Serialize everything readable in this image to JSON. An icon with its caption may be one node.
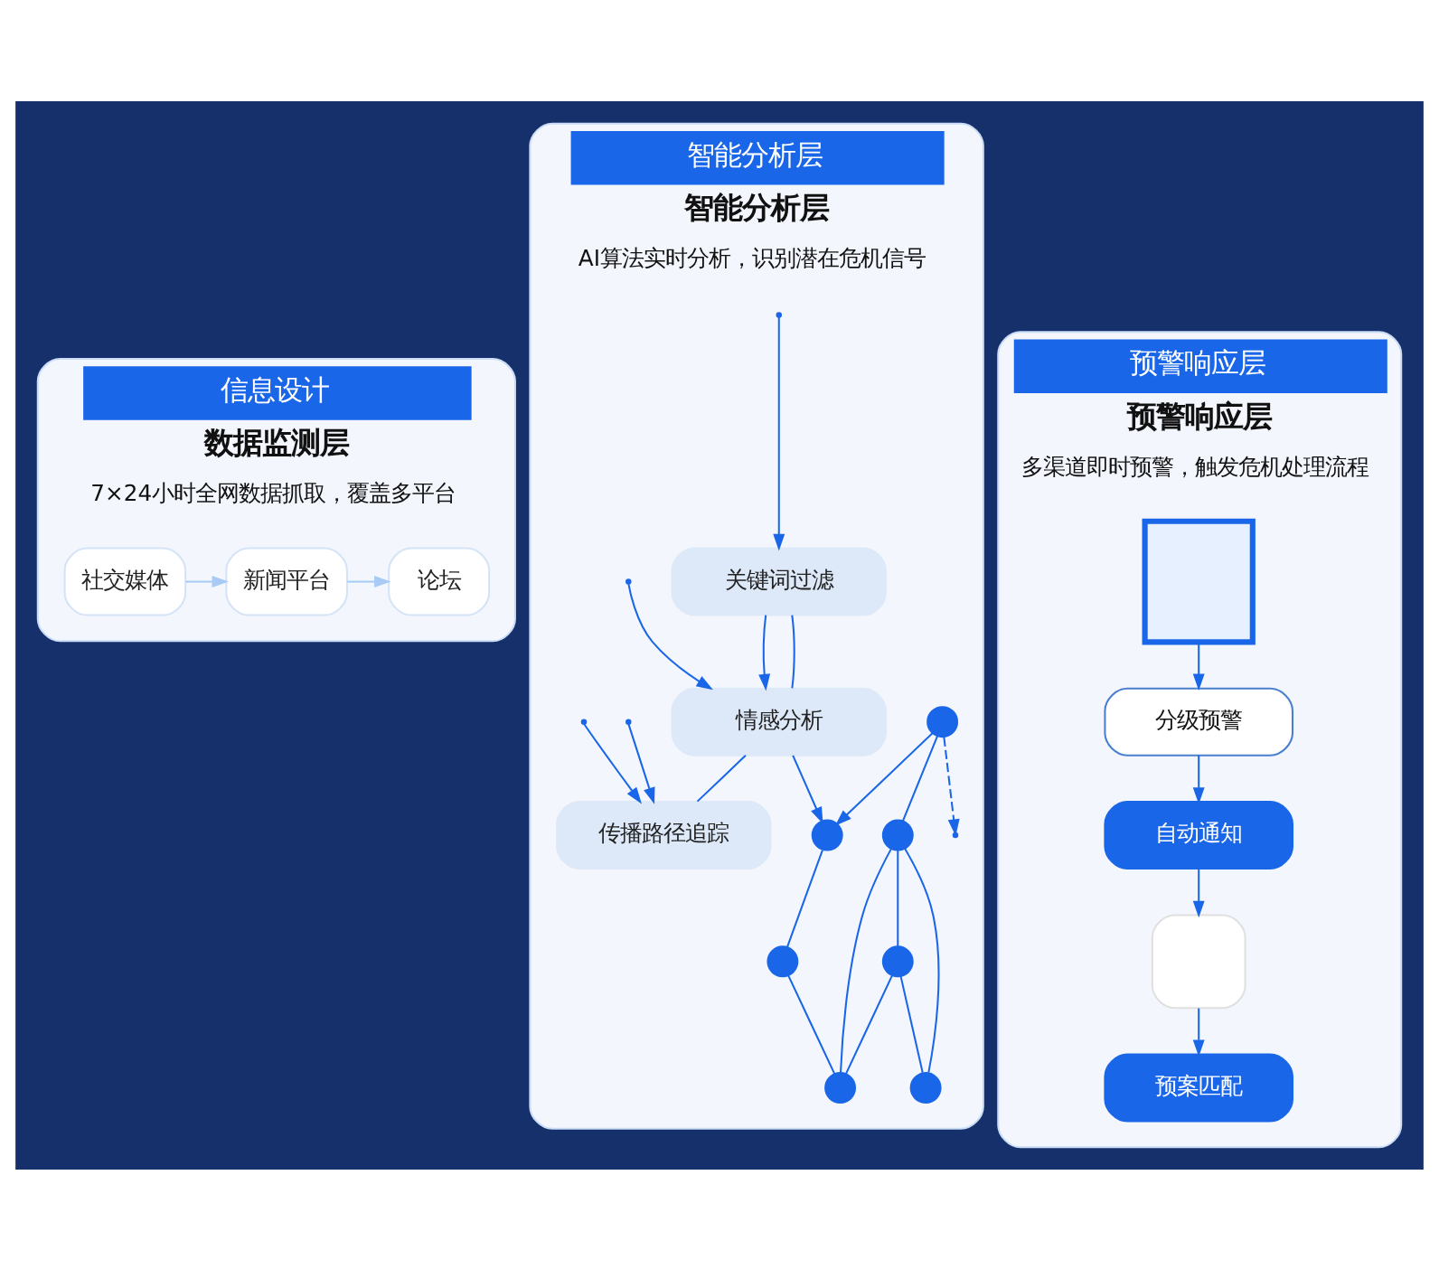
{
  "diagram": {
    "nodes": [
      {
        "text": [
          "信息设计",
          "数据监测层",
          "7×24小时全网数据抓取，覆盖多平台"
        ]
      },
      {
        "text": [
          "社交媒体"
        ],
        "in": 0
      },
      {
        "text": [
          "新闻平台"
        ],
        "in": 0
      },
      {
        "text": [
          "论坛"
        ],
        "in": 0
      },
      {
        "text": [
          "智能分析层",
          "智能分析层",
          "AI算法实时分析，识别潜在危机信号"
        ]
      },
      {
        "text": [
          "关键词过滤"
        ],
        "in": 4
      },
      {
        "text": [
          "情感分析"
        ],
        "in": 4
      },
      {
        "text": [],
        "shape": "circle",
        "in": 4
      },
      {
        "text": [],
        "shape": "circle",
        "in": 4
      },
      {
        "text": [],
        "shape": "circle",
        "in": 4
      },
      {
        "text": [],
        "shape": "circle",
        "in": 4
      },
      {
        "text": [],
        "shape": "circle",
        "in": 4
      },
      {
        "text": [],
        "shape": "circle",
        "in": 4
      },
      {
        "text": [],
        "shape": "circle",
        "in": 4
      },
      {
        "text": [
          "传播路径追踪"
        ],
        "in": 4
      },
      {
        "text": [
          "预警响应层",
          "预警响应层",
          "多渠道即时预警，触发危机处理流程"
        ]
      },
      {
        "text": [],
        "shape": "box",
        "in": 15
      },
      {
        "text": [
          "分级预警"
        ],
        "in": 15
      },
      {
        "text": [
          "自动通知"
        ],
        "in": 15
      },
      {
        "text": [],
        "shape": "box",
        "in": 15
      },
      {
        "text": [
          "预案匹配"
        ],
        "in": 15
      }
    ],
    "edges": [
      {
        "from": 1,
        "to": 2,
        "arrow": "to",
        "color": "#a8cbf5"
      },
      {
        "from": 2,
        "to": 3,
        "arrow": "to",
        "color": "#a8cbf5"
      },
      {
        "from": 5,
        "to": 6,
        "arrow": "to"
      },
      {
        "from": 6,
        "to": 7,
        "arrow": "to"
      },
      {
        "from": 8,
        "to": 7,
        "arrow": "to"
      },
      {
        "from": 7,
        "to": 9,
        "arrow": "none"
      },
      {
        "from": 9,
        "to": 13,
        "arrow": "none"
      },
      {
        "from": 8,
        "to": 11,
        "arrow": "none"
      },
      {
        "from": 11,
        "to": 10,
        "arrow": "none"
      },
      {
        "from": 11,
        "to": 13,
        "arrow": "none"
      },
      {
        "from": 12,
        "to": 10,
        "arrow": "none"
      },
      {
        "from": 12,
        "to": 13,
        "arrow": "none"
      },
      {
        "from": 11,
        "to": 12,
        "arrow": "none"
      },
      {
        "from": 8,
        "to": null,
        "arrow": "to",
        "style": "dashed"
      },
      {
        "from": null,
        "to": 14,
        "arrow": "to"
      },
      {
        "from": null,
        "to": 5,
        "arrow": "to"
      },
      {
        "from": null,
        "to": 6,
        "arrow": "to"
      },
      {
        "from": null,
        "to": 14,
        "arrow": "to"
      },
      {
        "from": 5,
        "to": 6,
        "arrow": "none"
      },
      {
        "from": 6,
        "to": 14,
        "arrow": "none"
      },
      {
        "from": 16,
        "to": 17,
        "arrow": "to"
      },
      {
        "from": 17,
        "to": 18,
        "arrow": "to"
      },
      {
        "from": 18,
        "to": 19,
        "arrow": "to"
      },
      {
        "from": 19,
        "to": 20,
        "arrow": "to"
      }
    ]
  }
}
